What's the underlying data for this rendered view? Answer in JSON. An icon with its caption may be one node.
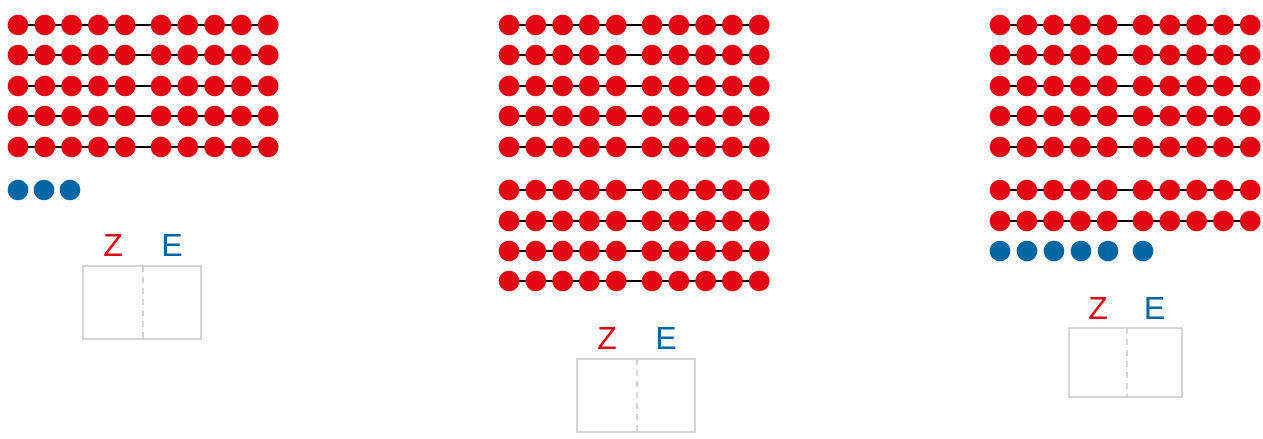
{
  "diagram": {
    "labels": [
      "Z",
      "E",
      "Z",
      "E",
      "Z",
      "E"
    ]
  }
}
